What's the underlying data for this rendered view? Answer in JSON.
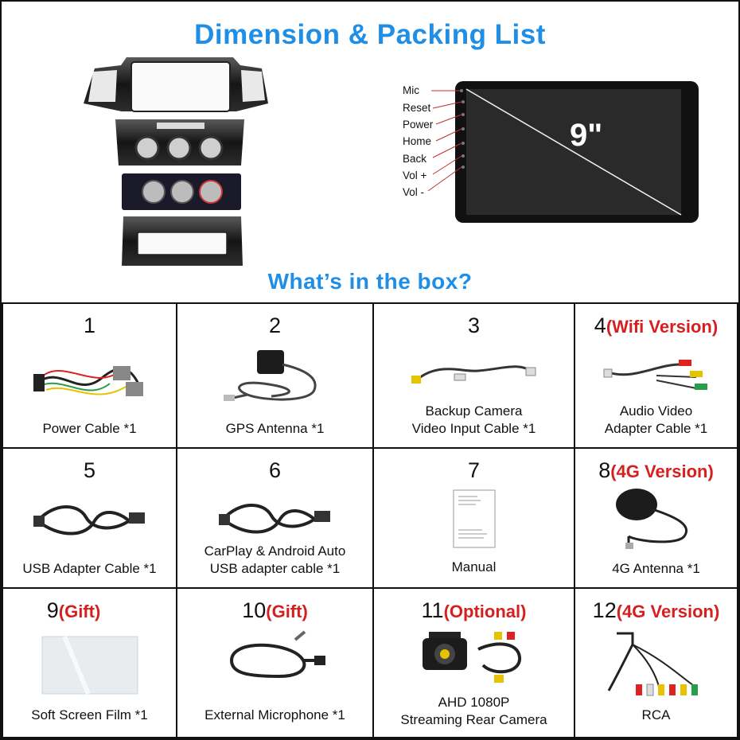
{
  "header": {
    "title": "Dimension & Packing List",
    "screen_size": "9\"",
    "side_buttons": [
      "Mic",
      "Reset",
      "Power",
      "Home",
      "Back",
      "Vol +",
      "Vol -"
    ]
  },
  "section_title": "What’s in the box?",
  "colors": {
    "accent_blue": "#1f8ee6",
    "tag_red": "#d62020"
  },
  "items": [
    {
      "number": "1",
      "tag": "",
      "label_lines": [
        "Power Cable *1"
      ],
      "icon": "power-cable-icon"
    },
    {
      "number": "2",
      "tag": "",
      "label_lines": [
        "GPS Antenna *1"
      ],
      "icon": "gps-antenna-icon"
    },
    {
      "number": "3",
      "tag": "",
      "label_lines": [
        "Backup Camera",
        "Video Input Cable *1"
      ],
      "icon": "camera-cable-icon"
    },
    {
      "number": "4",
      "tag": "(Wifi Version)",
      "label_lines": [
        "Audio Video",
        "Adapter Cable *1"
      ],
      "icon": "av-cable-icon"
    },
    {
      "number": "5",
      "tag": "",
      "label_lines": [
        "USB Adapter Cable *1"
      ],
      "icon": "usb-cable-icon"
    },
    {
      "number": "6",
      "tag": "",
      "label_lines": [
        "CarPlay & Android Auto",
        "USB adapter cable *1"
      ],
      "icon": "carplay-usb-cable-icon"
    },
    {
      "number": "7",
      "tag": "",
      "label_lines": [
        "Manual"
      ],
      "icon": "manual-icon"
    },
    {
      "number": "8",
      "tag": "(4G Version)",
      "label_lines": [
        "4G Antenna *1"
      ],
      "icon": "4g-antenna-icon"
    },
    {
      "number": "9",
      "tag": "(Gift)",
      "label_lines": [
        "Soft Screen Film *1"
      ],
      "icon": "screen-film-icon"
    },
    {
      "number": "10",
      "tag": "(Gift)",
      "label_lines": [
        "External Microphone *1"
      ],
      "icon": "microphone-icon"
    },
    {
      "number": "11",
      "tag": "(Optional)",
      "label_lines": [
        "AHD 1080P",
        "Streaming Rear Camera"
      ],
      "icon": "rear-camera-icon"
    },
    {
      "number": "12",
      "tag": "(4G Version)",
      "label_lines": [
        "RCA"
      ],
      "icon": "rca-cable-icon"
    }
  ]
}
